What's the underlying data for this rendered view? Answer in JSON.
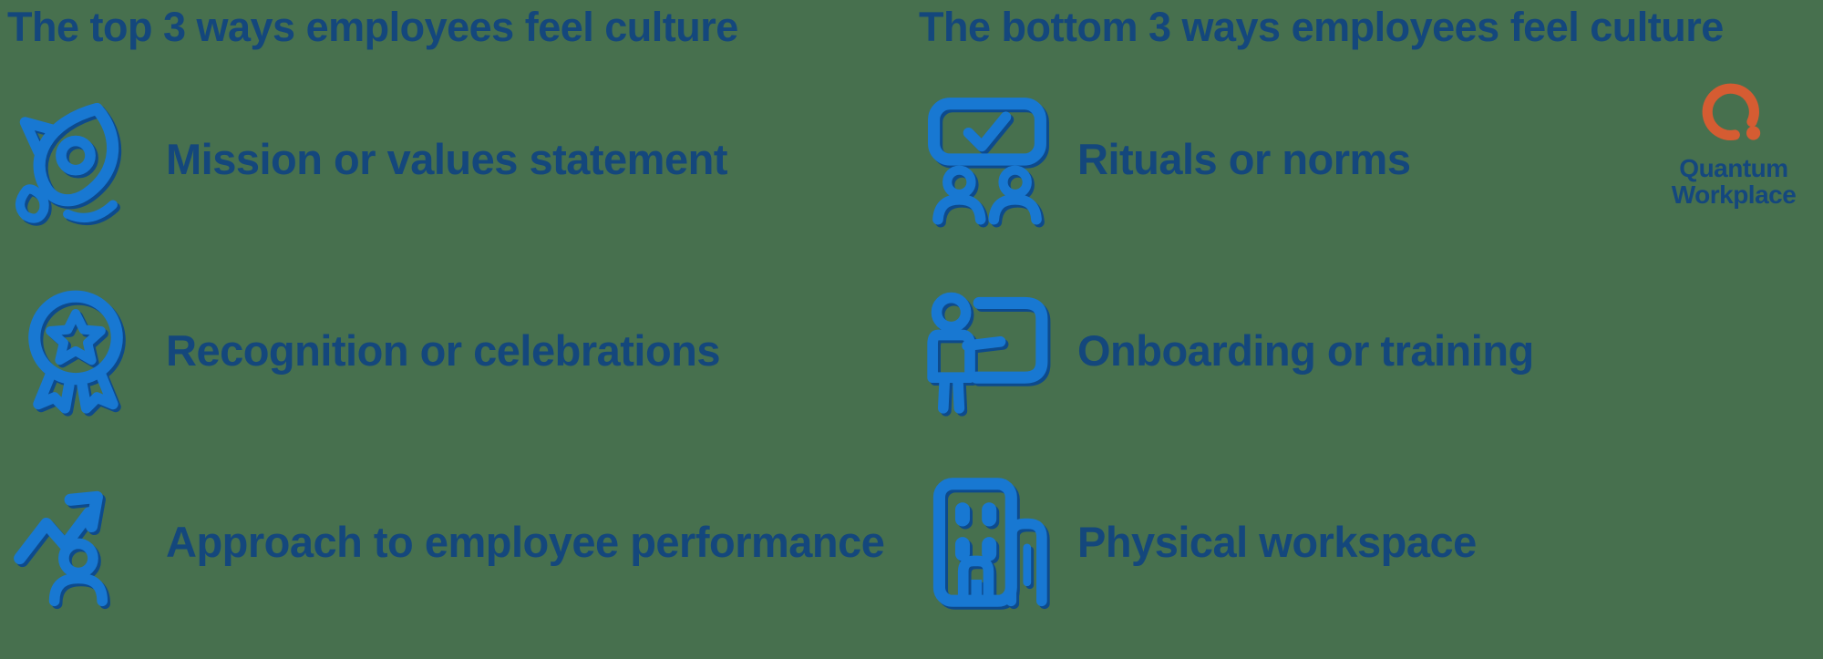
{
  "background_color": "#47704E",
  "colors": {
    "heading_navy": "#14477C",
    "label_navy": "#14477C",
    "icon_blue": "#1878D2",
    "icon_shadow_navy": "#0D4A8C",
    "logo_orange": "#D55C32",
    "logo_text_navy": "#14477E"
  },
  "left_section": {
    "heading": "The top 3 ways employees feel culture",
    "items": [
      {
        "icon": "rocket-icon",
        "label": "Mission or values statement"
      },
      {
        "icon": "award-ribbon-icon",
        "label": "Recognition or celebrations"
      },
      {
        "icon": "growth-arrow-person-icon",
        "label": "Approach to employee performance"
      }
    ]
  },
  "right_section": {
    "heading": "The bottom 3 ways employees feel culture",
    "items": [
      {
        "icon": "checkboard-people-icon",
        "label": "Rituals or norms"
      },
      {
        "icon": "presenter-board-icon",
        "label": "Onboarding or training"
      },
      {
        "icon": "office-building-icon",
        "label": "Physical workspace"
      }
    ]
  },
  "logo": {
    "icon": "quantum-q-icon",
    "name_line1": "Quantum",
    "name_line2": "Workplace"
  }
}
